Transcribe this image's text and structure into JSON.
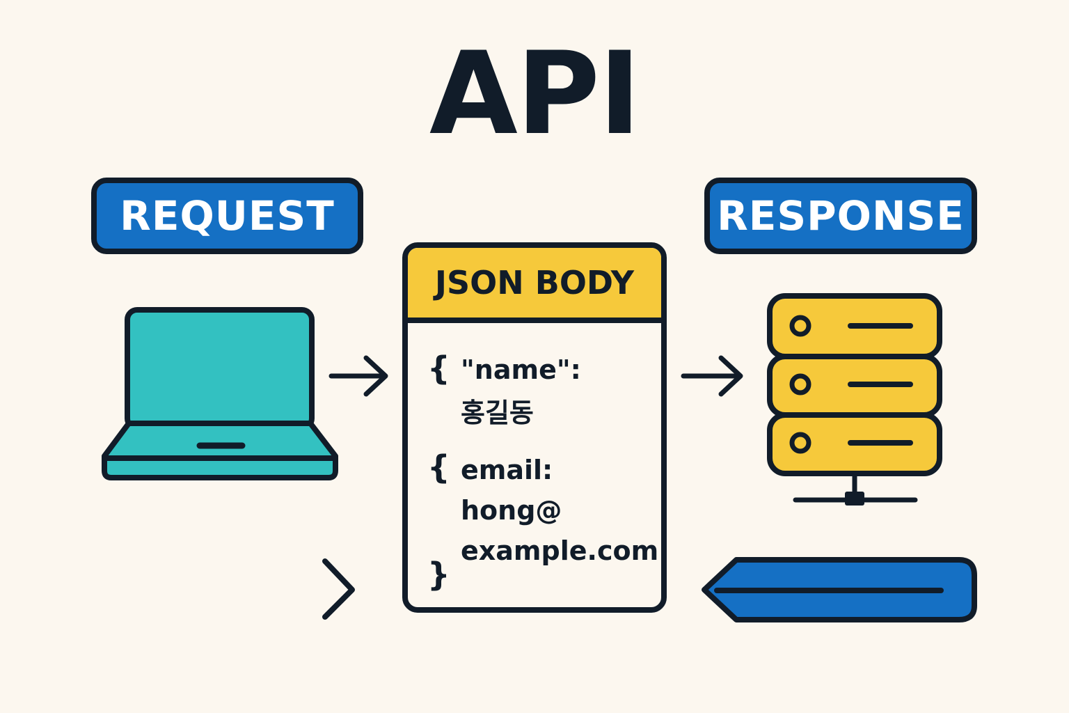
{
  "title": "API",
  "request_label": "REQUEST",
  "response_label": "RESPONSE",
  "json_card": {
    "header": "JSON BODY",
    "open_brace_1": "{",
    "name_key": "\"name\":",
    "name_value": "홍길동",
    "open_brace_2": "{",
    "email_key": "email:",
    "email_value_1": "hong@",
    "email_value_2": "example.com",
    "close_brace": "}"
  },
  "colors": {
    "background": "#fcf7ef",
    "ink": "#111c29",
    "blue": "#1570c4",
    "yellow": "#f6c93b",
    "teal": "#33c1c1"
  },
  "icons": [
    "laptop-icon",
    "server-icon",
    "arrow-right-icon",
    "chevron-right-icon",
    "pencil-bar-icon"
  ]
}
